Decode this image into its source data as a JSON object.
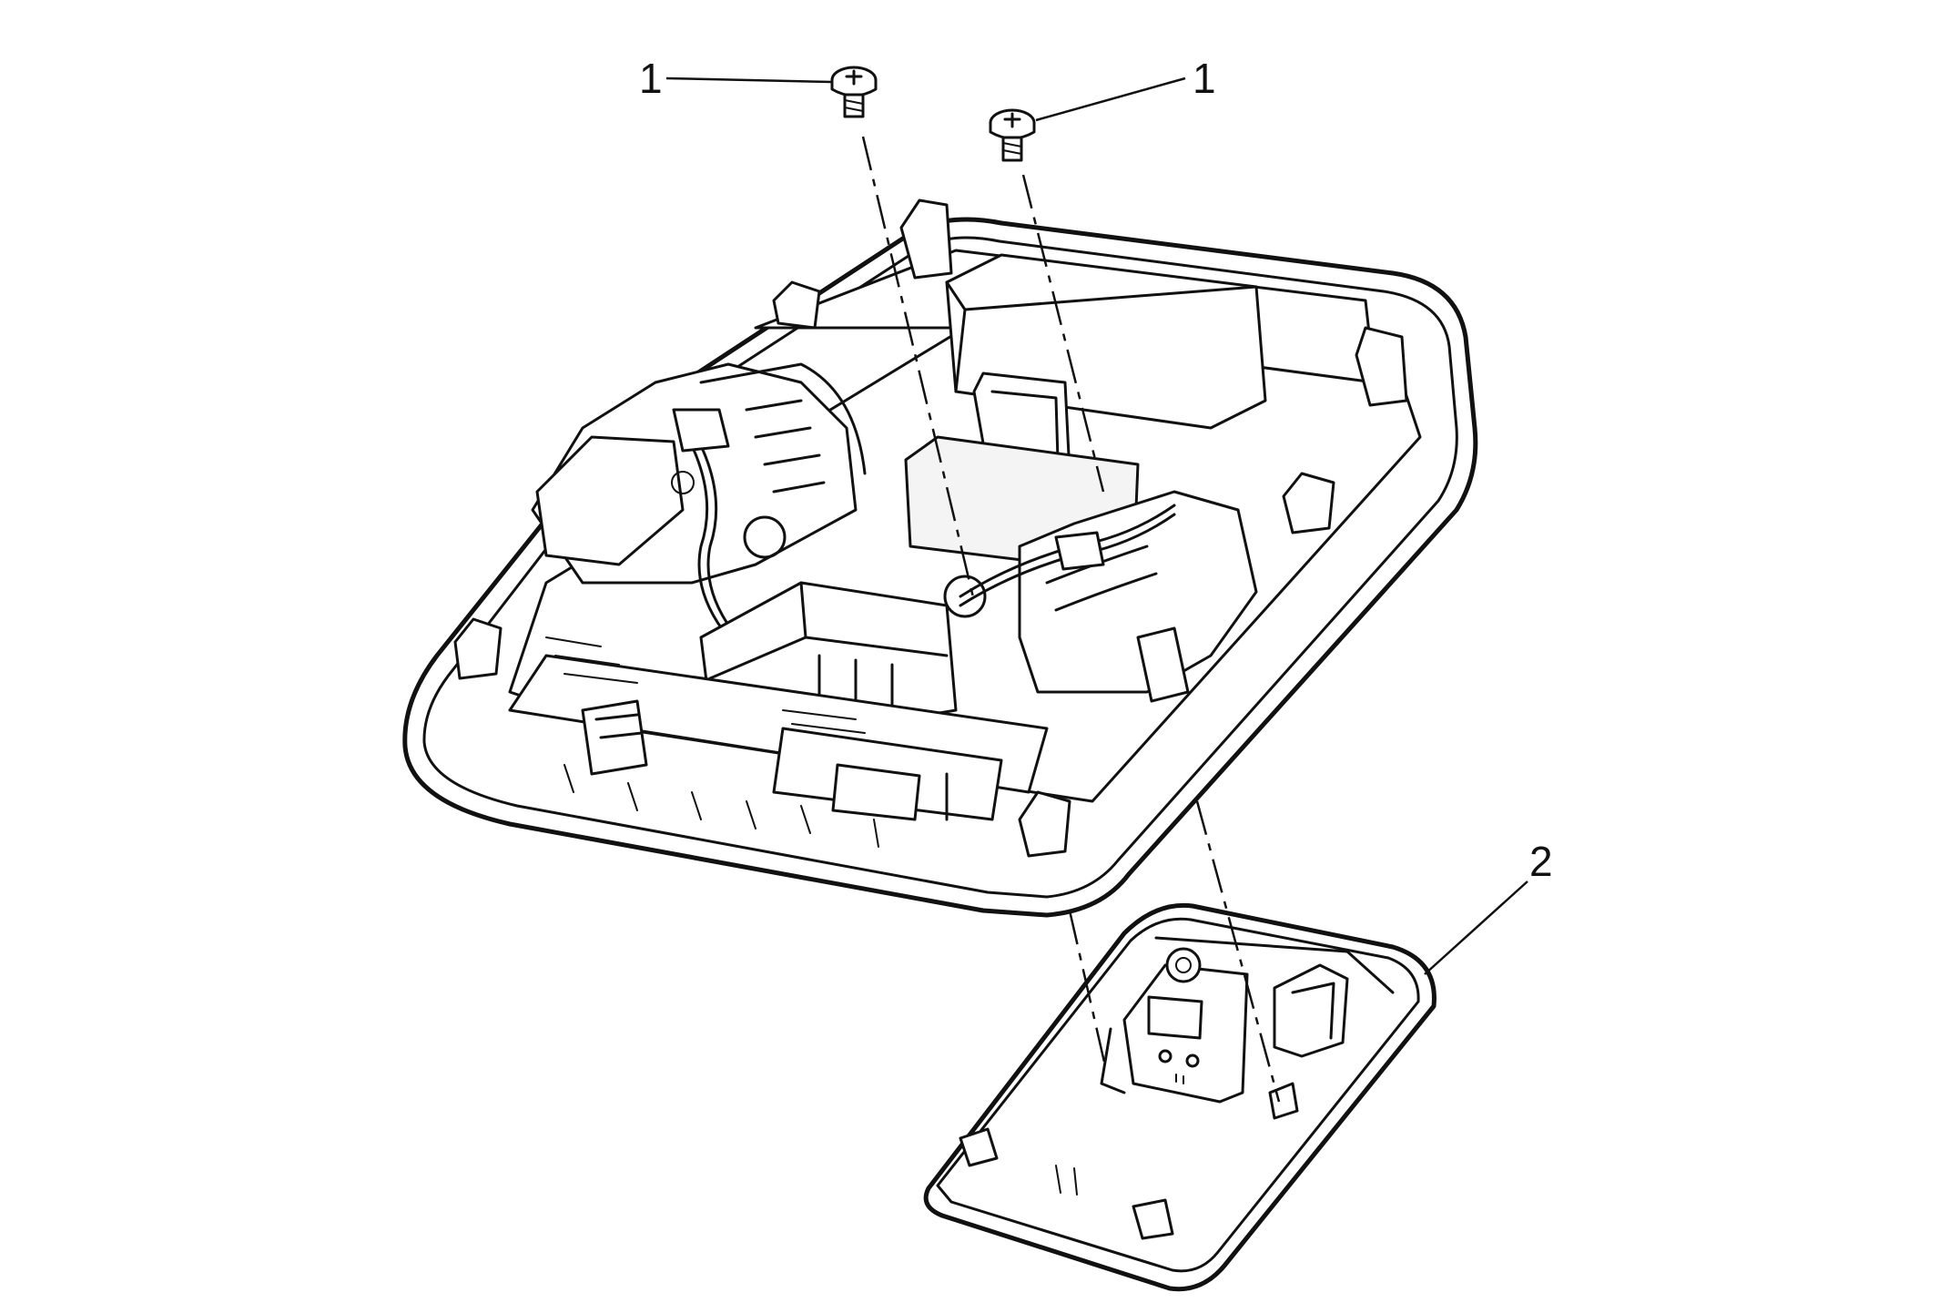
{
  "callouts": {
    "screw_left": "1",
    "screw_right": "1",
    "lens_cover": "2"
  },
  "colors": {
    "line": "#111111",
    "background": "#ffffff"
  }
}
